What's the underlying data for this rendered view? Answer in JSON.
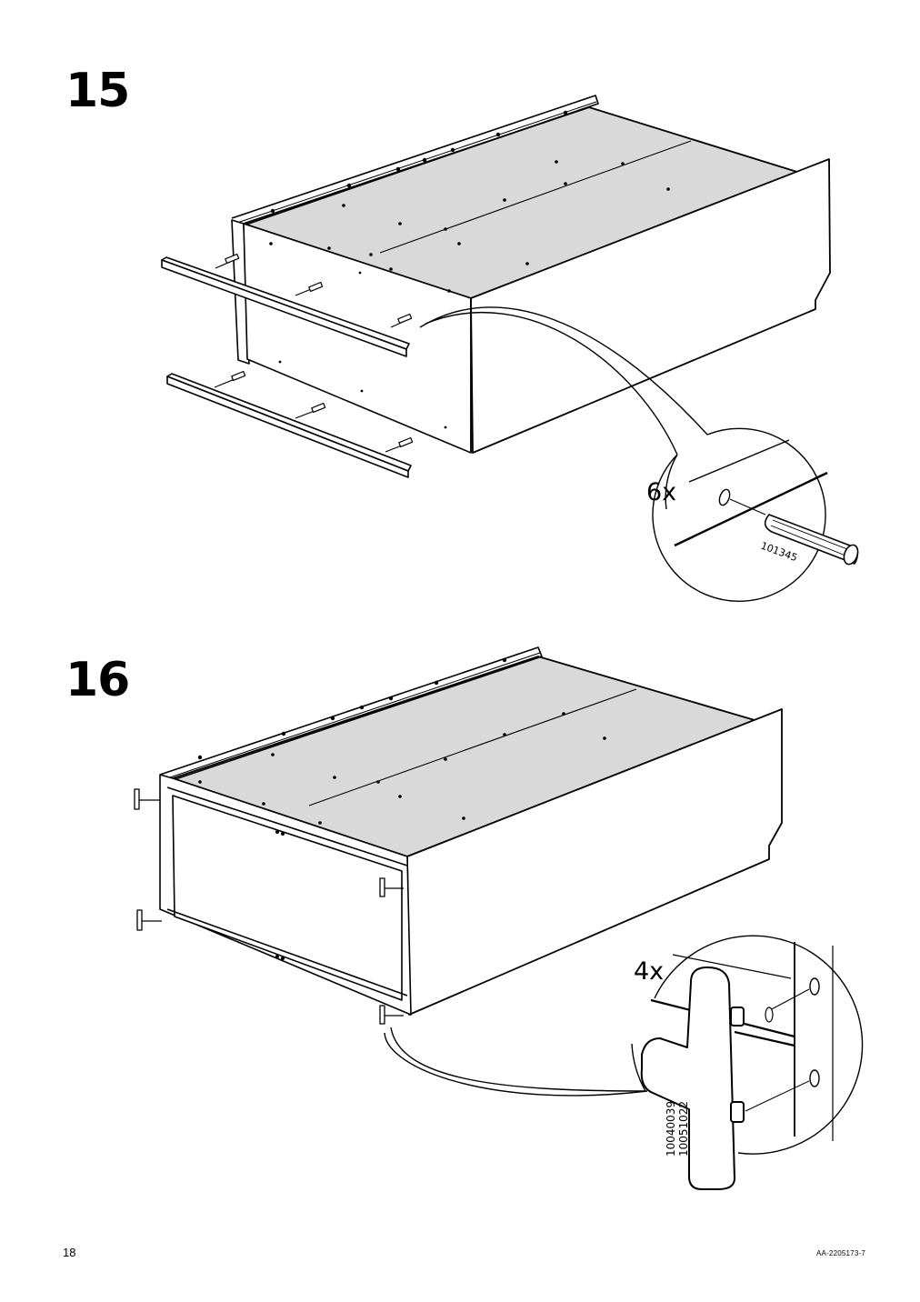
{
  "steps": [
    {
      "number": "15",
      "quantity": "6x",
      "part_number": "101345",
      "part_icon": "wooden-dowel"
    },
    {
      "number": "16",
      "quantity": "4x",
      "part_numbers": [
        "10040039",
        "10051022"
      ],
      "part_icon": "t-shaped-connector"
    }
  ],
  "footer": {
    "page_number": "18",
    "document_code": "AA-2205173-7"
  }
}
